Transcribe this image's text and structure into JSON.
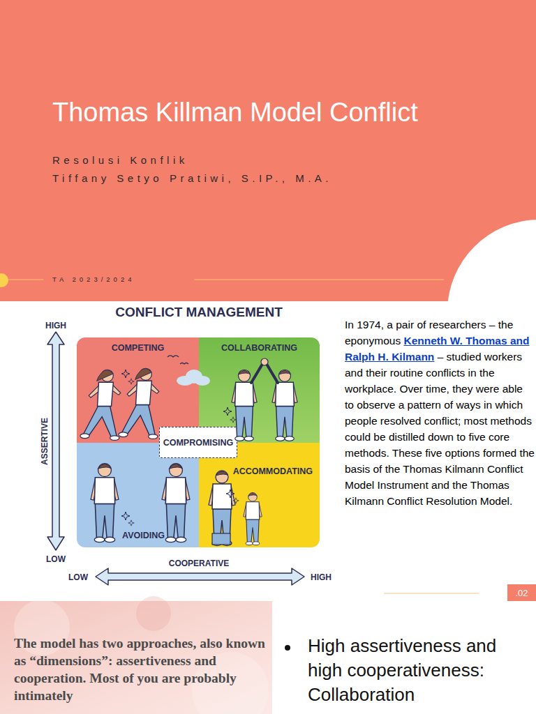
{
  "diagram": {
    "title": "Thomas Killman Model Conflict",
    "nodes": [
      {
        "text": [
          "COMPETING"
        ]
      },
      {
        "text": [
          "COLLABORATING"
        ]
      },
      {
        "text": [
          "COMPROMISING"
        ]
      },
      {
        "text": [
          "AVOIDING"
        ]
      },
      {
        "text": [
          "ACCOMMODATING"
        ]
      },
      {
        "text": [
          ".02"
        ]
      }
    ],
    "labels": [
      "Resolusi Konflik",
      "Tiffany Setyo Pratiwi, S.IP., M.A.",
      "TA 2023/2024",
      "CONFLICT MANAGEMENT",
      "HIGH",
      "ASSERTIVE",
      "LOW",
      "COOPERATIVE",
      "LOW",
      "HIGH",
      "In 1974, a pair of researchers – the eponymous",
      "Kenneth W. Thomas and Ralph H. Kilmann",
      "– studied workers and their routine conflicts in the workplace. Over time, they were able to observe a pattern of ways in which people resolved conflict; most methods could be distilled down to five core methods. These five options formed the basis of the Thomas Kilmann Conflict Model Instrument and the Thomas Kilmann Conflict Resolution Model.",
      "The model has two approaches, also known as “dimensions”: assertiveness and cooperation. Most of you are probably intimately",
      "High assertiveness and high cooperativeness: Collaboration"
    ]
  }
}
